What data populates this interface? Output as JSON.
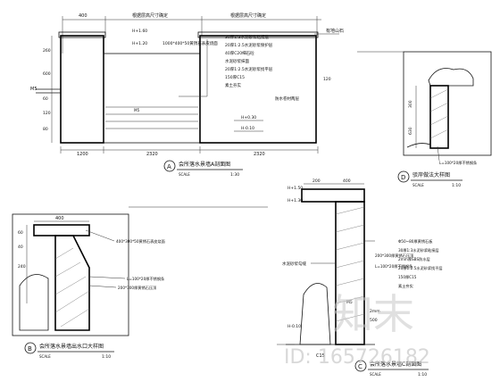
{
  "section_a": {
    "dim_top_left": "400",
    "dim_top_mid1": "根据层高尺寸确定",
    "dim_top_mid2": "根据层高尺寸确定",
    "note_top_right": "有地山石",
    "label_m5_left": "M5",
    "label_m5_inner": "M5",
    "elev_1": "H+1.60",
    "elev_2": "H+1.20",
    "elev_3": "H+0.30",
    "elev_4": "H-0.10",
    "callout_lines": [
      "1000*400*50黄锈石表皮烧面",
      "30厚1:3水泥砂浆粘接层",
      "20厚1:2.5水泥砂浆保护层",
      "40厚C20细石砼",
      "水泥砂浆抹面",
      "20厚1:2.5水泥砂浆找平层",
      "150厚C15",
      "素土夯实"
    ],
    "callout_r": "防水卷材两层",
    "dim_bottom_1": "1200",
    "dim_bottom_2": "2320",
    "dim_bottom_3": "2320",
    "dims_left": [
      "260",
      "600",
      "60",
      "120",
      "80"
    ],
    "dims_right": [
      "120"
    ],
    "title": "会所落水景墙A剖面图",
    "scale": "SCALE",
    "ratio": "1:30",
    "id": "A"
  },
  "detail_d": {
    "dims": [
      "300",
      "630"
    ],
    "callout": "L=100*20厚不锈钢条",
    "title": "驳岸做法大样图",
    "scale": "SCALE",
    "ratio": "1:10",
    "id": "D"
  },
  "detail_b": {
    "dim_top": "400",
    "dims_left": [
      "60",
      "40",
      "240"
    ],
    "callouts": [
      "400*300*50黄锈石表皮烧面",
      "L=100*20厚不锈钢条",
      "200*300厚黄锈石压顶"
    ],
    "title": "会所落水景墙出水口大样图",
    "scale": "SCALE",
    "ratio": "1:10",
    "id": "B"
  },
  "detail_c": {
    "dims_top": [
      "200",
      "400"
    ],
    "elev_1": "H+1.50",
    "elev_2": "H+1.30",
    "elev_3": "H-0.10",
    "callout_left": "水泥砂浆勾缝",
    "callouts_right": [
      "Φ50~80厚黄锈石板",
      "30厚1:3水泥砂浆粘接层",
      "2mm厚SBS防水层",
      "20厚1:2.5水泥砂浆找平层",
      "150厚C15",
      "素土夯实"
    ],
    "callout_mid": "200*300厚黄锈石压顶",
    "callout_mid2": "L=100*20厚不锈钢条",
    "dims_right": [
      "2mm",
      "500"
    ],
    "dim_bottom": "C15",
    "label_m5": "M5",
    "title": "会所落水景墙C剖面图",
    "scale": "SCALE",
    "ratio": "1:10",
    "id": "C"
  },
  "watermark": {
    "logo": "知末",
    "id_text": "ID: 165726182"
  }
}
